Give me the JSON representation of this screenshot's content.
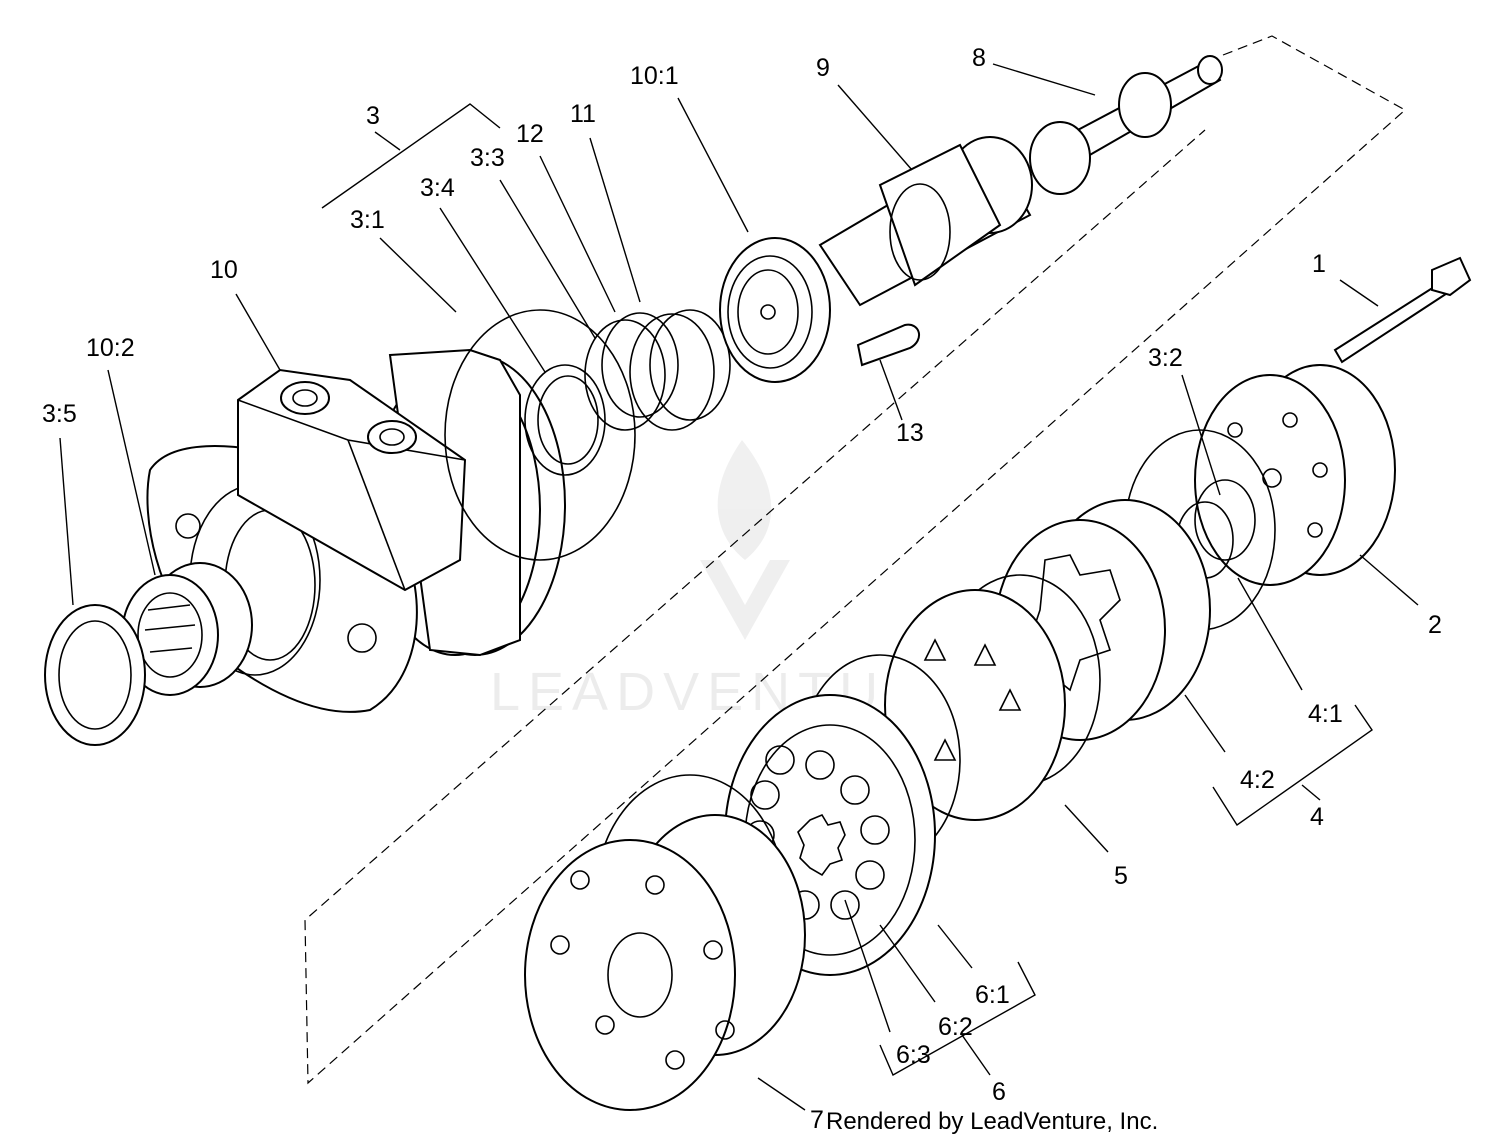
{
  "labels": {
    "l1": "1",
    "l2": "2",
    "l3": "3",
    "l3_1": "3:1",
    "l3_2": "3:2",
    "l3_3": "3:3",
    "l3_4": "3:4",
    "l3_5": "3:5",
    "l4": "4",
    "l4_1": "4:1",
    "l4_2": "4:2",
    "l5": "5",
    "l6": "6",
    "l6_1": "6:1",
    "l6_2": "6:2",
    "l6_3": "6:3",
    "l7": "7",
    "l8": "8",
    "l9": "9",
    "l10": "10",
    "l10_1": "10:1",
    "l10_2": "10:2",
    "l11": "11",
    "l12": "12",
    "l13": "13"
  },
  "watermark": "LEADVENTURE",
  "credit": "Rendered by LeadVenture, Inc."
}
